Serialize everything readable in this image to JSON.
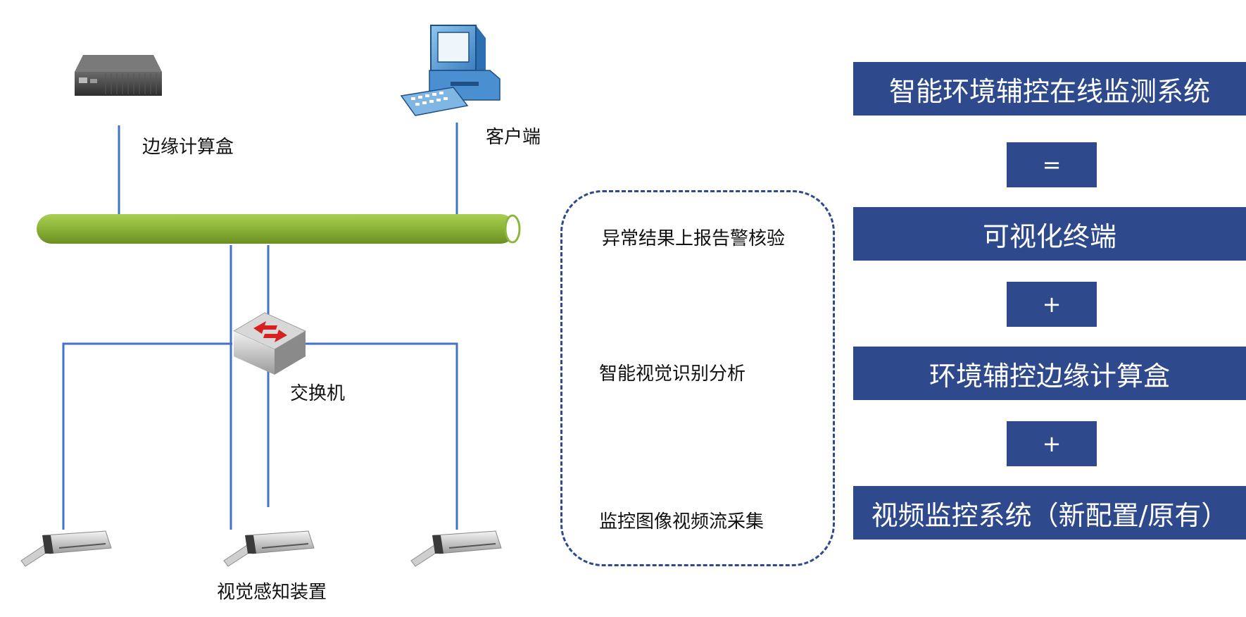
{
  "devices": {
    "edge_box_label": "边缘计算盒",
    "client_label": "客户端",
    "switch_label": "交换机",
    "camera_label": "视觉感知装置"
  },
  "process_steps": {
    "step1": "异常结果上报告警核验",
    "step2": "智能视觉识别分析",
    "step3": "监控图像视频流采集"
  },
  "system_stack": {
    "title": "智能环境辅控在线监测系统",
    "equals": "=",
    "item1": "可视化终端",
    "plus1": "+",
    "item2": "环境辅控边缘计算盒",
    "plus2": "+",
    "item3": "视频监控系统（新配置/原有）"
  },
  "colors": {
    "box_fill": "#2f4a8c",
    "bus_green": "#8db63a",
    "line_blue": "#4472c4"
  }
}
